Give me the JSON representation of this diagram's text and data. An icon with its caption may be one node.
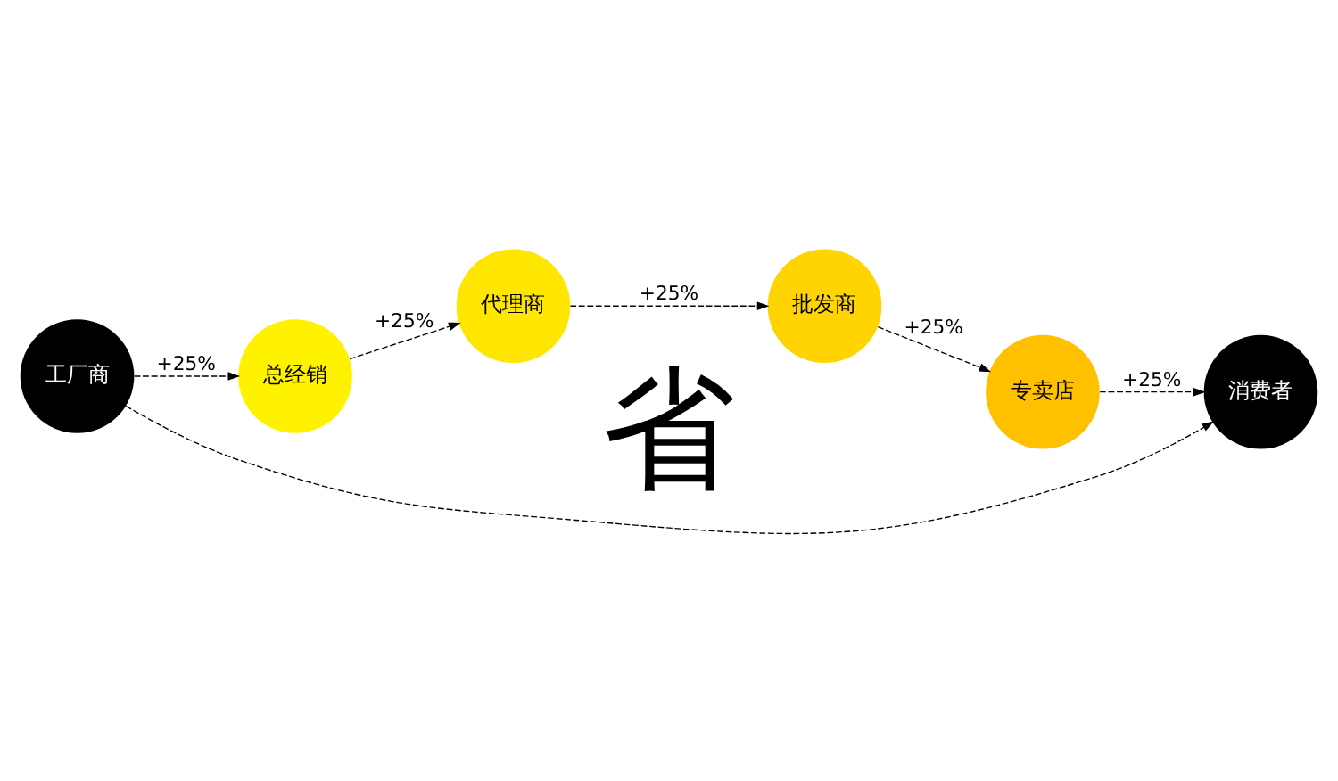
{
  "diagram": {
    "nodes": [
      {
        "text": [
          "工厂商"
        ]
      },
      {
        "text": [
          "总经销"
        ]
      },
      {
        "text": [
          "代理商"
        ]
      },
      {
        "text": [
          "批发商"
        ]
      },
      {
        "text": [
          "专卖店"
        ]
      },
      {
        "text": [
          "消费者"
        ]
      }
    ],
    "edges": [
      {
        "from": 0,
        "to": 1,
        "arrow": "to",
        "label": "+25%",
        "style": "dashed"
      },
      {
        "from": 1,
        "to": 2,
        "arrow": "to",
        "label": "+25%",
        "style": "dashed"
      },
      {
        "from": 2,
        "to": 3,
        "arrow": "to",
        "label": "+25%",
        "style": "dashed"
      },
      {
        "from": 3,
        "to": 4,
        "arrow": "to",
        "label": "+25%",
        "style": "dashed"
      },
      {
        "from": 4,
        "to": 5,
        "arrow": "to",
        "label": "+25%",
        "style": "dashed"
      },
      {
        "from": 0,
        "to": 5,
        "arrow": "to",
        "style": "dashed"
      }
    ],
    "labels": [
      "省"
    ]
  }
}
